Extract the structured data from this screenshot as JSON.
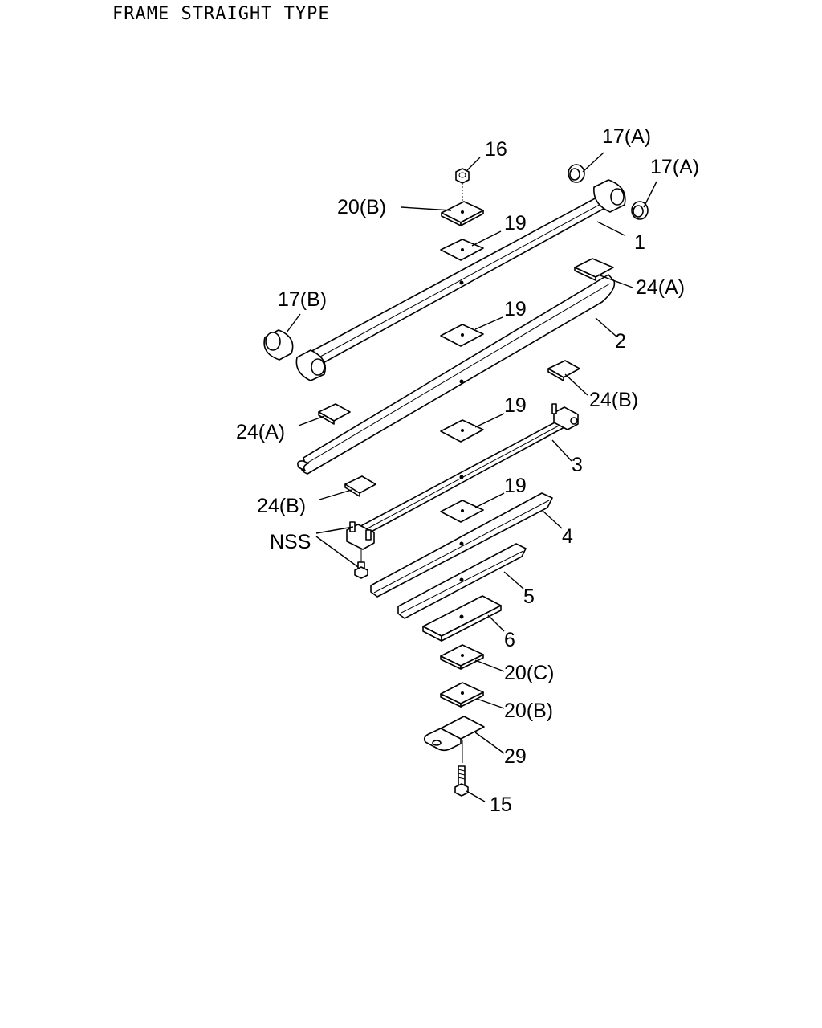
{
  "title": "FRAME STRAIGHT TYPE",
  "labels": {
    "p16": "16",
    "p17a_1": "17(A)",
    "p17a_2": "17(A)",
    "p20b_top": "20(B)",
    "p19_1": "19",
    "p1": "1",
    "p24a_right": "24(A)",
    "p17b": "17(B)",
    "p19_2": "19",
    "p2": "2",
    "p24b_right": "24(B)",
    "p24a_left": "24(A)",
    "p19_3": "19",
    "p3": "3",
    "p24b_left": "24(B)",
    "p19_4": "19",
    "nss": "NSS",
    "p4": "4",
    "p5": "5",
    "p6": "6",
    "p20c": "20(C)",
    "p20b_bottom": "20(B)",
    "p29": "29",
    "p15": "15"
  }
}
